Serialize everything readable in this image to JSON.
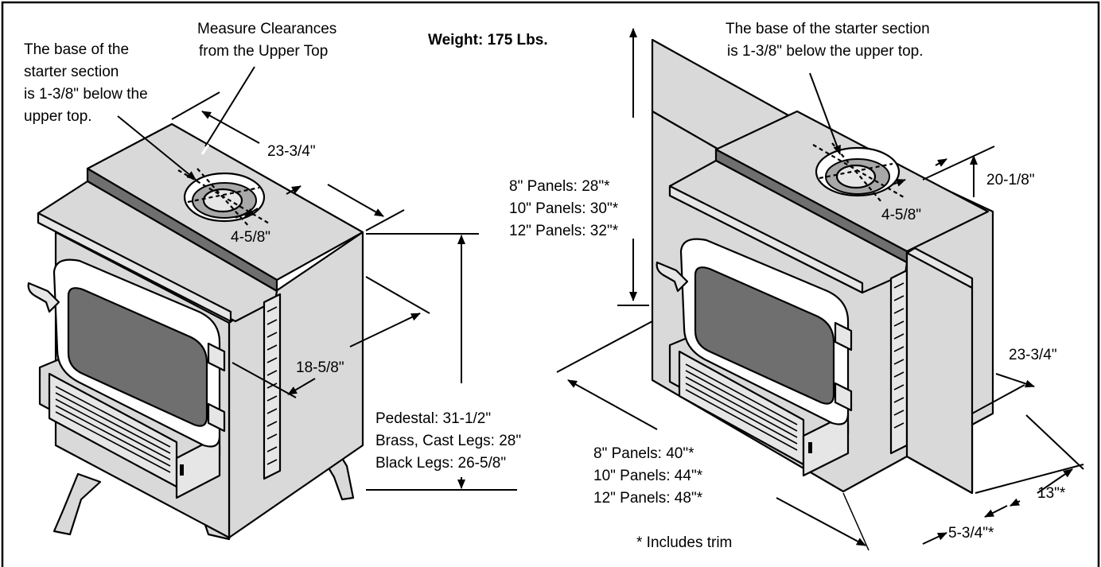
{
  "weight_label": "Weight: 175 Lbs.",
  "left_stove": {
    "base_note": [
      "The base of the",
      "starter section",
      " is 1-3/8\" below the",
      "upper top."
    ],
    "measure_note": [
      "Measure Clearances",
      "from the Upper Top"
    ],
    "dim_width": "23-3/4\"",
    "dim_flue_offset": "4-5/8\"",
    "dim_depth": "18-5/8\"",
    "height_notes": [
      "Pedestal: 31-1/2\"",
      "Brass, Cast Legs: 28\"",
      "Black Legs: 26-5/8\""
    ]
  },
  "right_stove": {
    "base_note": [
      "The base of the starter section",
      "is 1-3/8\" below the upper top."
    ],
    "panel_heights": [
      "8\" Panels: 28\"*",
      "10\" Panels: 30\"*",
      "12\" Panels: 32\"*"
    ],
    "dim_top_height": "20-1/8\"",
    "dim_flue_offset": "4-5/8\"",
    "dim_depth": "23-3/4\"",
    "panel_widths": [
      "8\" Panels: 40\"*",
      "10\" Panels: 44\"*",
      "12\" Panels: 48\"*"
    ],
    "dim_side": "13\"*",
    "dim_front": "5-3/4\"*",
    "footnote": "* Includes trim"
  },
  "colors": {
    "body": "#d9d9d9",
    "glass": "#6f6f6f",
    "door": "#e6e6e6",
    "outline": "#000000"
  }
}
